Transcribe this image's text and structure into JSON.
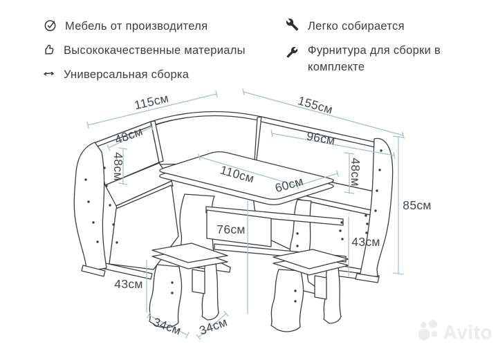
{
  "features": {
    "left": [
      {
        "icon": "check-circle",
        "label": "Мебель от производителя"
      },
      {
        "icon": "thumbs-up",
        "label": "Высококачественные материалы"
      },
      {
        "icon": "swap-arrows",
        "label": "Универсальная сборка"
      }
    ],
    "right": [
      {
        "icon": "wrench",
        "label": "Легко собирается"
      },
      {
        "icon": "wrench-alt",
        "label": "Фурнитура для сборки в комплекте"
      }
    ]
  },
  "diagram": {
    "type": "furniture-dimension-drawing",
    "subject": "corner kitchen set: corner bench, table, two stools",
    "labels": {
      "left_bench_length": "115см",
      "right_bench_length": "155см",
      "left_backrest_width": "48см",
      "left_backrest_height": "48см",
      "right_backrest_width": "96см",
      "right_backrest_height": "48см",
      "table_length": "110см",
      "table_width": "60см",
      "table_height": "76см",
      "overall_height": "85см",
      "left_seat_height": "43см",
      "right_seat_height": "43см",
      "stool_width": "34см",
      "stool_depth": "34см"
    },
    "colors": {
      "dimension_line": "#a7bfd4",
      "outline": "#3a3c3f",
      "label_text": "#43464b"
    }
  },
  "watermark": {
    "brand": "Avito"
  }
}
